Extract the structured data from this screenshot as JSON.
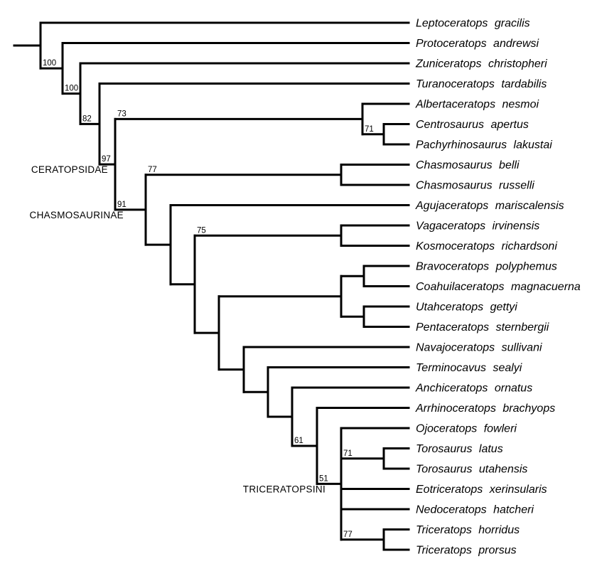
{
  "figure": {
    "background": "#ffffff",
    "line_color": "#000000",
    "text_color": "#000000"
  },
  "chart_data": {
    "type": "cladogram",
    "title": "",
    "tip_count": 27,
    "taxa": [
      "Leptoceratops gracilis",
      "Protoceratops andrewsi",
      "Zuniceratops christopheri",
      "Turanoceratops tardabilis",
      "Albertaceratops nesmoi",
      "Centrosaurus apertus",
      "Pachyrhinosaurus lakustai",
      "Chasmosaurus belli",
      "Chasmosaurus russelli",
      "Agujaceratops mariscalensis",
      "Vagaceratops irvinensis",
      "Kosmoceratops richardsoni",
      "Bravoceratops polyphemus",
      "Coahuilaceratops magnacuerna",
      "Utahceratops gettyi",
      "Pentaceratops sternbergii",
      "Navajoceratops sullivani",
      "Terminocavus sealyi",
      "Anchiceratops ornatus",
      "Arrhinoceratops brachyops",
      "Ojoceratops fowleri",
      "Torosaurus latus",
      "Torosaurus utahensis",
      "Eotriceratops xerinsularis",
      "Nedoceratops hatcheri",
      "Triceratops horridus",
      "Triceratops prorsus"
    ],
    "support_values": [
      "100",
      "100",
      "82",
      "97",
      "73",
      "71",
      "91",
      "77",
      "75",
      "61",
      "51",
      "71",
      "77"
    ],
    "clade_labels": [
      "CERATOPSIDAE",
      "CHASMOSAURINAE",
      "TRICERATOPSINI"
    ],
    "root": {
      "children": [
        {
          "taxon": "Leptoceratops gracilis"
        },
        {
          "support": "100",
          "children": [
            {
              "taxon": "Protoceratops andrewsi"
            },
            {
              "support": "100",
              "children": [
                {
                  "taxon": "Zuniceratops christopheri"
                },
                {
                  "support": "82",
                  "children": [
                    {
                      "taxon": "Turanoceratops tardabilis"
                    },
                    {
                      "support": "97",
                      "clade_label": "CERATOPSIDAE",
                      "children": [
                        {
                          "support": "73",
                          "children": [
                            {
                              "taxon": "Albertaceratops nesmoi"
                            },
                            {
                              "support": "71",
                              "children": [
                                {
                                  "taxon": "Centrosaurus apertus"
                                },
                                {
                                  "taxon": "Pachyrhinosaurus lakustai"
                                }
                              ]
                            }
                          ]
                        },
                        {
                          "support": "91",
                          "clade_label": "CHASMOSAURINAE",
                          "children": [
                            {
                              "support": "77",
                              "children": [
                                {
                                  "taxon": "Chasmosaurus belli"
                                },
                                {
                                  "taxon": "Chasmosaurus russelli"
                                }
                              ]
                            },
                            {
                              "children": [
                                {
                                  "taxon": "Agujaceratops mariscalensis"
                                },
                                {
                                  "children": [
                                    {
                                      "support": "75",
                                      "children": [
                                        {
                                          "taxon": "Vagaceratops irvinensis"
                                        },
                                        {
                                          "taxon": "Kosmoceratops richardsoni"
                                        }
                                      ]
                                    },
                                    {
                                      "children": [
                                        {
                                          "children": [
                                            {
                                              "children": [
                                                {
                                                  "taxon": "Bravoceratops polyphemus"
                                                },
                                                {
                                                  "taxon": "Coahuilaceratops magnacuerna"
                                                }
                                              ]
                                            },
                                            {
                                              "children": [
                                                {
                                                  "taxon": "Utahceratops gettyi"
                                                },
                                                {
                                                  "taxon": "Pentaceratops sternbergii"
                                                }
                                              ]
                                            }
                                          ]
                                        },
                                        {
                                          "children": [
                                            {
                                              "taxon": "Navajoceratops sullivani"
                                            },
                                            {
                                              "children": [
                                                {
                                                  "taxon": "Terminocavus sealyi"
                                                },
                                                {
                                                  "children": [
                                                    {
                                                      "taxon": "Anchiceratops ornatus"
                                                    },
                                                    {
                                                      "support": "61",
                                                      "children": [
                                                        {
                                                          "taxon": "Arrhinoceratops brachyops"
                                                        },
                                                        {
                                                          "support": "51",
                                                          "clade_label": "TRICERATOPSINI",
                                                          "children": [
                                                            {
                                                              "taxon": "Ojoceratops fowleri"
                                                            },
                                                            {
                                                              "support": "71",
                                                              "children": [
                                                                {
                                                                  "taxon": "Torosaurus latus"
                                                                },
                                                                {
                                                                  "taxon": "Torosaurus utahensis"
                                                                }
                                                              ]
                                                            },
                                                            {
                                                              "taxon": "Eotriceratops xerinsularis"
                                                            },
                                                            {
                                                              "taxon": "Nedoceratops hatcheri"
                                                            },
                                                            {
                                                              "support": "77",
                                                              "children": [
                                                                {
                                                                  "taxon": "Triceratops horridus"
                                                                },
                                                                {
                                                                  "taxon": "Triceratops prorsus"
                                                                }
                                                              ]
                                                            }
                                                          ]
                                                        }
                                                      ]
                                                    }
                                                  ]
                                                }
                                              ]
                                            }
                                          ]
                                        }
                                      ]
                                    }
                                  ]
                                }
                              ]
                            }
                          ]
                        }
                      ]
                    }
                  ]
                }
              ]
            }
          ]
        }
      ]
    }
  }
}
